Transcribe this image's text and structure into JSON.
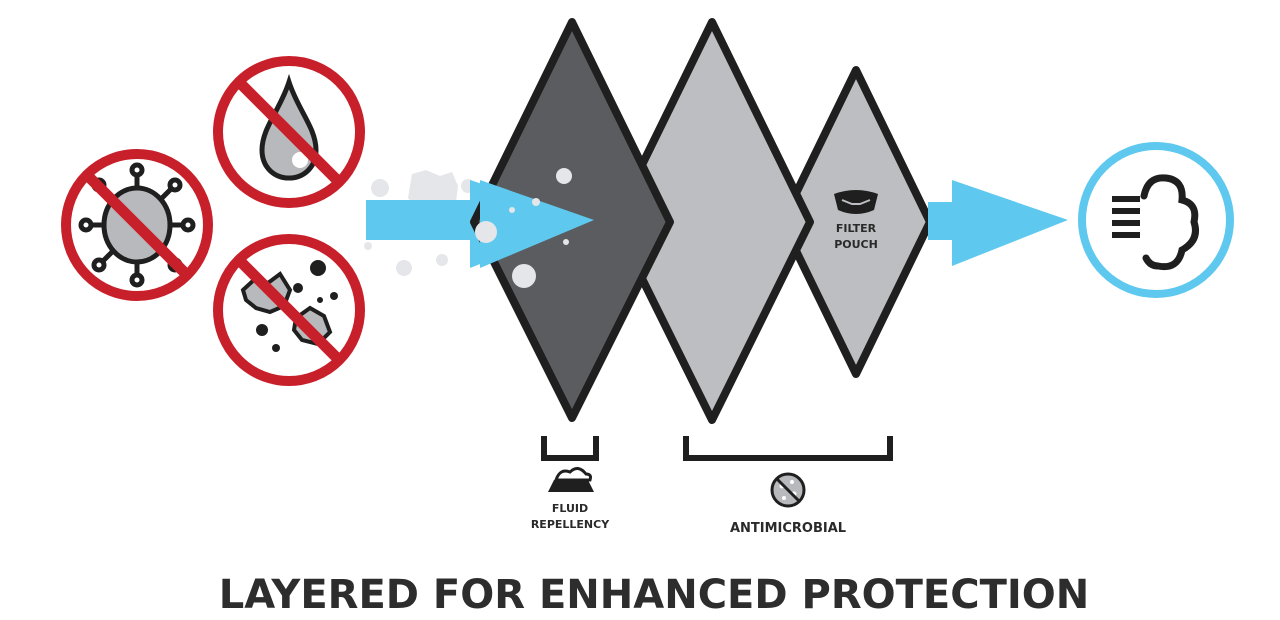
{
  "labels": {
    "filter_pouch_line1": "FILTER",
    "filter_pouch_line2": "POUCH",
    "fluid_line1": "FLUID",
    "fluid_line2": "REPELLENCY",
    "antimicrobial": "ANTIMICROBIAL"
  },
  "title": "LAYERED FOR ENHANCED PROTECTION",
  "colors": {
    "prohibit_red": "#c8202a",
    "flow_blue": "#5ec8ee",
    "layer_dark": "#5b5c5f",
    "layer_light": "#bdbec1",
    "outline": "#1f1f1f"
  },
  "icons": {
    "blocked": [
      "virus-icon",
      "water-drop-icon",
      "dust-particles-icon"
    ],
    "output": "breath-cloud-icon",
    "fluid": "fluid-repellency-icon",
    "antimicrobial": "antimicrobial-icon",
    "filter": "mask-icon"
  }
}
